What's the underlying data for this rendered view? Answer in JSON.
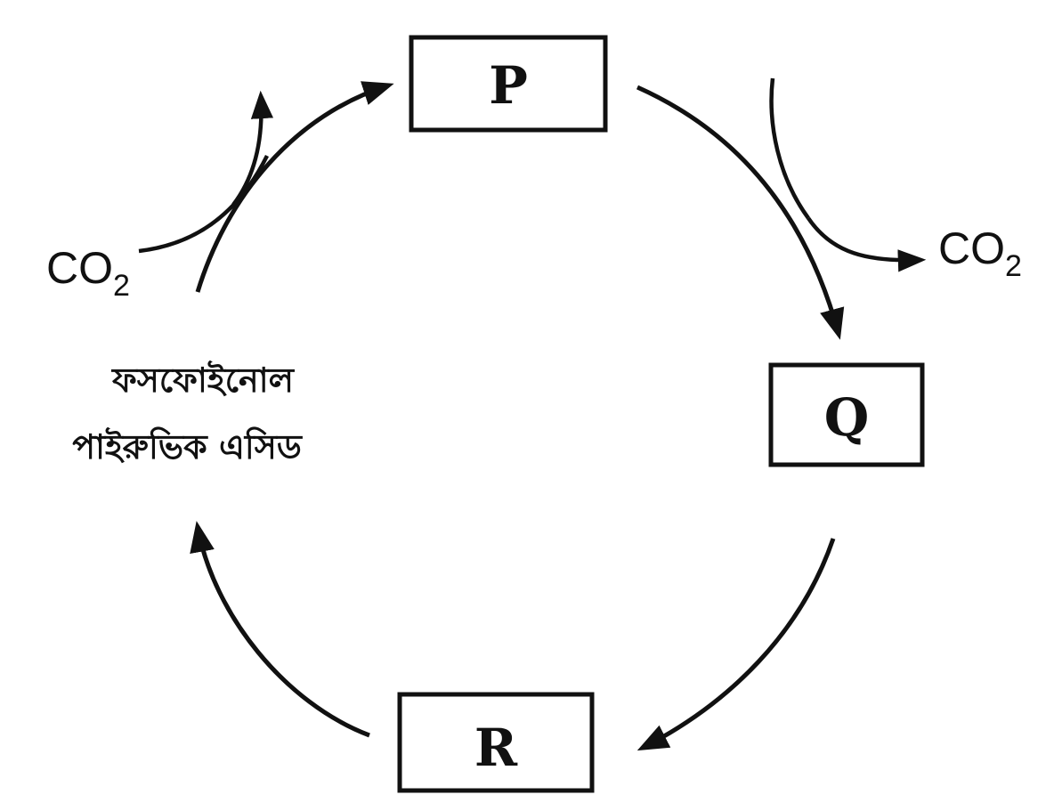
{
  "diagram": {
    "nodes": {
      "p": {
        "label": "P"
      },
      "q": {
        "label": "Q"
      },
      "r": {
        "label": "R"
      }
    },
    "co2_left": {
      "main": "CO",
      "sub": "2"
    },
    "co2_right": {
      "main": "CO",
      "sub": "2"
    },
    "side_label": {
      "line1": "ফসফোইনোল",
      "line2": "পাইরুভিক এসিড"
    },
    "colors": {
      "ink": "#111111",
      "background": "#ffffff"
    }
  }
}
